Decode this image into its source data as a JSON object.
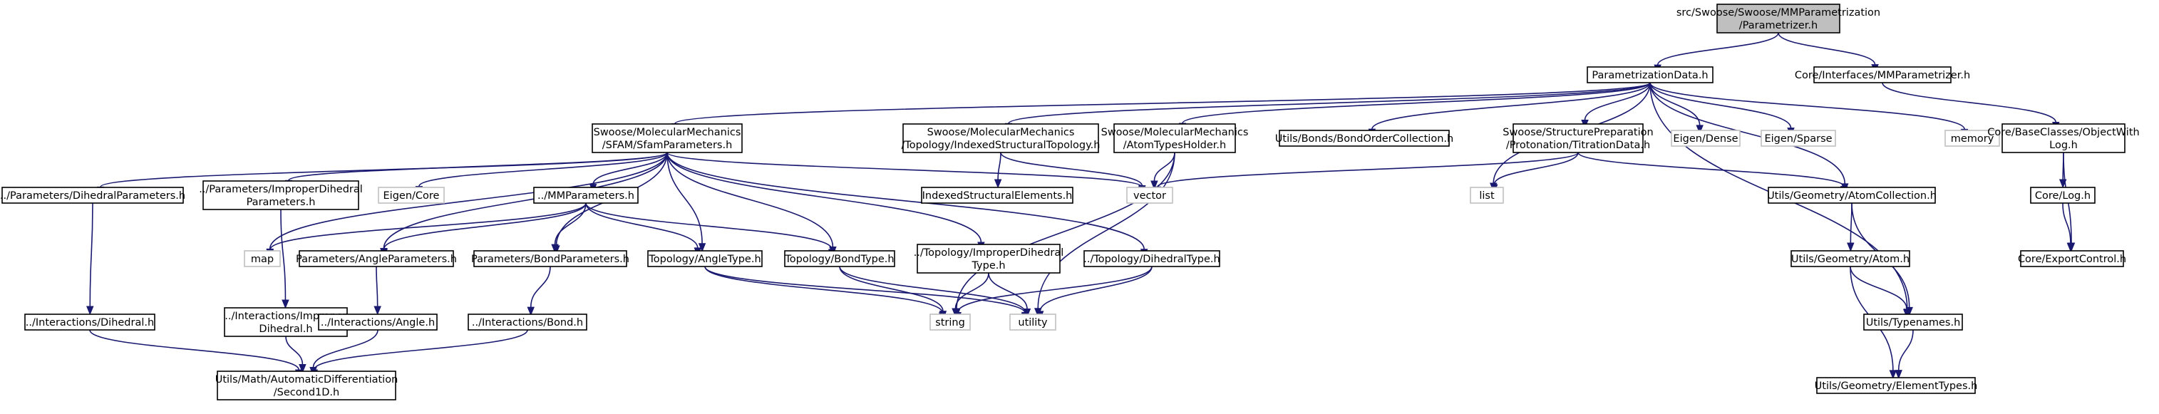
{
  "nodes": [
    {
      "id": "root",
      "lines": [
        "src/Swoose/Swoose/MMParametrization",
        "/Parametrizer.h"
      ],
      "kind": "root"
    },
    {
      "id": "pd",
      "lines": [
        "ParametrizationData.h"
      ],
      "kind": "normal"
    },
    {
      "id": "cimm",
      "lines": [
        "Core/Interfaces/MMParametrizer.h"
      ],
      "kind": "normal"
    },
    {
      "id": "sfam",
      "lines": [
        "Swoose/MolecularMechanics",
        "/SFAM/SfamParameters.h"
      ],
      "kind": "normal"
    },
    {
      "id": "ist",
      "lines": [
        "Swoose/MolecularMechanics",
        "/Topology/IndexedStructuralTopology.h"
      ],
      "kind": "normal"
    },
    {
      "id": "ath",
      "lines": [
        "Swoose/MolecularMechanics",
        "/AtomTypesHolder.h"
      ],
      "kind": "normal"
    },
    {
      "id": "bo",
      "lines": [
        "Utils/Bonds/BondOrderCollection.h"
      ],
      "kind": "normal"
    },
    {
      "id": "titr",
      "lines": [
        "Swoose/StructurePreparation",
        "/Protonation/TitrationData.h"
      ],
      "kind": "normal"
    },
    {
      "id": "edense",
      "lines": [
        "Eigen/Dense"
      ],
      "kind": "sys"
    },
    {
      "id": "esparse",
      "lines": [
        "Eigen/Sparse"
      ],
      "kind": "sys"
    },
    {
      "id": "memory",
      "lines": [
        "memory"
      ],
      "kind": "sys"
    },
    {
      "id": "owl",
      "lines": [
        "Core/BaseClasses/ObjectWith",
        "Log.h"
      ],
      "kind": "normal"
    },
    {
      "id": "dihp",
      "lines": [
        "../Parameters/DihedralParameters.h"
      ],
      "kind": "normal"
    },
    {
      "id": "impp",
      "lines": [
        "../Parameters/ImproperDihedral",
        "Parameters.h"
      ],
      "kind": "normal"
    },
    {
      "id": "ecore",
      "lines": [
        "Eigen/Core"
      ],
      "kind": "sys"
    },
    {
      "id": "mmp",
      "lines": [
        "../MMParameters.h"
      ],
      "kind": "normal"
    },
    {
      "id": "vector",
      "lines": [
        "vector"
      ],
      "kind": "sys"
    },
    {
      "id": "ise",
      "lines": [
        "IndexedStructuralElements.h"
      ],
      "kind": "normal"
    },
    {
      "id": "list",
      "lines": [
        "list"
      ],
      "kind": "sys"
    },
    {
      "id": "ac",
      "lines": [
        "Utils/Geometry/AtomCollection.h"
      ],
      "kind": "normal"
    },
    {
      "id": "clog",
      "lines": [
        "Core/Log.h"
      ],
      "kind": "normal"
    },
    {
      "id": "map",
      "lines": [
        "map"
      ],
      "kind": "sys"
    },
    {
      "id": "angp",
      "lines": [
        "Parameters/AngleParameters.h"
      ],
      "kind": "normal"
    },
    {
      "id": "bondp",
      "lines": [
        "Parameters/BondParameters.h"
      ],
      "kind": "normal"
    },
    {
      "id": "angt",
      "lines": [
        "Topology/AngleType.h"
      ],
      "kind": "normal"
    },
    {
      "id": "bondt",
      "lines": [
        "Topology/BondType.h"
      ],
      "kind": "normal"
    },
    {
      "id": "impt",
      "lines": [
        "../Topology/ImproperDihedral",
        "Type.h"
      ],
      "kind": "normal"
    },
    {
      "id": "diht",
      "lines": [
        "../Topology/DihedralType.h"
      ],
      "kind": "normal"
    },
    {
      "id": "cec",
      "lines": [
        "Core/ExportControl.h"
      ],
      "kind": "normal"
    },
    {
      "id": "atom",
      "lines": [
        "Utils/Geometry/Atom.h"
      ],
      "kind": "normal"
    },
    {
      "id": "idih",
      "lines": [
        "../Interactions/Dihedral.h"
      ],
      "kind": "normal"
    },
    {
      "id": "iimp",
      "lines": [
        "../Interactions/Improper",
        "Dihedral.h"
      ],
      "kind": "normal"
    },
    {
      "id": "iang",
      "lines": [
        "../Interactions/Angle.h"
      ],
      "kind": "normal"
    },
    {
      "id": "ibond",
      "lines": [
        "../Interactions/Bond.h"
      ],
      "kind": "normal"
    },
    {
      "id": "string",
      "lines": [
        "string"
      ],
      "kind": "sys"
    },
    {
      "id": "utility",
      "lines": [
        "utility"
      ],
      "kind": "sys"
    },
    {
      "id": "tn",
      "lines": [
        "Utils/Typenames.h"
      ],
      "kind": "normal"
    },
    {
      "id": "ad",
      "lines": [
        "Utils/Math/AutomaticDifferentiation",
        "/Second1D.h"
      ],
      "kind": "normal"
    },
    {
      "id": "et",
      "lines": [
        "Utils/Geometry/ElementTypes.h"
      ],
      "kind": "normal"
    }
  ],
  "edges": [
    {
      "from": "root",
      "to": "pd"
    },
    {
      "from": "root",
      "to": "cimm"
    },
    {
      "from": "pd",
      "to": "sfam"
    },
    {
      "from": "pd",
      "to": "ist"
    },
    {
      "from": "pd",
      "to": "ath"
    },
    {
      "from": "pd",
      "to": "bo"
    },
    {
      "from": "pd",
      "to": "titr"
    },
    {
      "from": "pd",
      "to": "edense"
    },
    {
      "from": "pd",
      "to": "esparse"
    },
    {
      "from": "pd",
      "to": "memory"
    },
    {
      "from": "pd",
      "to": "list"
    },
    {
      "from": "pd",
      "to": "ac"
    },
    {
      "from": "pd",
      "to": "tn"
    },
    {
      "from": "cimm",
      "to": "owl"
    },
    {
      "from": "owl",
      "to": "clog"
    },
    {
      "from": "owl",
      "to": "cec"
    },
    {
      "from": "clog",
      "to": "cec"
    },
    {
      "from": "sfam",
      "to": "dihp"
    },
    {
      "from": "sfam",
      "to": "impp"
    },
    {
      "from": "sfam",
      "to": "ecore"
    },
    {
      "from": "sfam",
      "to": "mmp"
    },
    {
      "from": "sfam",
      "to": "vector"
    },
    {
      "from": "sfam",
      "to": "map"
    },
    {
      "from": "sfam",
      "to": "angp"
    },
    {
      "from": "sfam",
      "to": "bondp"
    },
    {
      "from": "sfam",
      "to": "angt"
    },
    {
      "from": "sfam",
      "to": "bondt"
    },
    {
      "from": "sfam",
      "to": "impt"
    },
    {
      "from": "sfam",
      "to": "diht"
    },
    {
      "from": "ist",
      "to": "ise"
    },
    {
      "from": "ist",
      "to": "vector"
    },
    {
      "from": "ath",
      "to": "vector"
    },
    {
      "from": "ath",
      "to": "string"
    },
    {
      "from": "ath",
      "to": "utility"
    },
    {
      "from": "titr",
      "to": "vector"
    },
    {
      "from": "titr",
      "to": "list"
    },
    {
      "from": "titr",
      "to": "ac"
    },
    {
      "from": "dihp",
      "to": "idih"
    },
    {
      "from": "impp",
      "to": "iimp"
    },
    {
      "from": "mmp",
      "to": "map"
    },
    {
      "from": "mmp",
      "to": "angp"
    },
    {
      "from": "mmp",
      "to": "bondp"
    },
    {
      "from": "mmp",
      "to": "angt"
    },
    {
      "from": "mmp",
      "to": "bondt"
    },
    {
      "from": "angp",
      "to": "iang"
    },
    {
      "from": "bondp",
      "to": "ibond"
    },
    {
      "from": "angt",
      "to": "string"
    },
    {
      "from": "angt",
      "to": "utility"
    },
    {
      "from": "bondt",
      "to": "string"
    },
    {
      "from": "bondt",
      "to": "utility"
    },
    {
      "from": "impt",
      "to": "string"
    },
    {
      "from": "impt",
      "to": "utility"
    },
    {
      "from": "diht",
      "to": "string"
    },
    {
      "from": "diht",
      "to": "utility"
    },
    {
      "from": "ac",
      "to": "atom"
    },
    {
      "from": "ac",
      "to": "tn"
    },
    {
      "from": "atom",
      "to": "tn"
    },
    {
      "from": "atom",
      "to": "et"
    },
    {
      "from": "tn",
      "to": "et"
    },
    {
      "from": "idih",
      "to": "ad"
    },
    {
      "from": "iimp",
      "to": "ad"
    },
    {
      "from": "iang",
      "to": "ad"
    },
    {
      "from": "ibond",
      "to": "ad"
    }
  ]
}
